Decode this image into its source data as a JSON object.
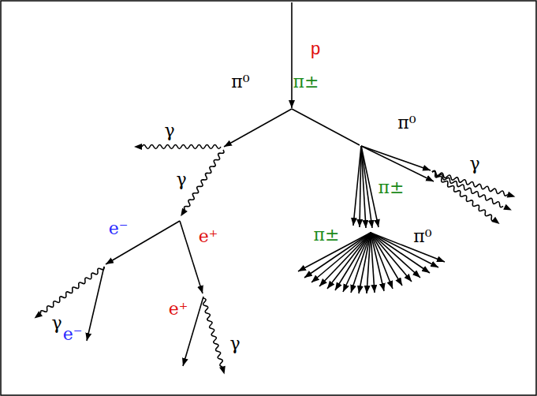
{
  "diagram": {
    "labels": [
      "p",
      "π⁰",
      "π±",
      "γ",
      "γ",
      "e⁻",
      "e⁺",
      "γ",
      "e⁻",
      "e⁺",
      "γ",
      "π⁰",
      "γ",
      "π±",
      "π±",
      "π⁰"
    ]
  }
}
